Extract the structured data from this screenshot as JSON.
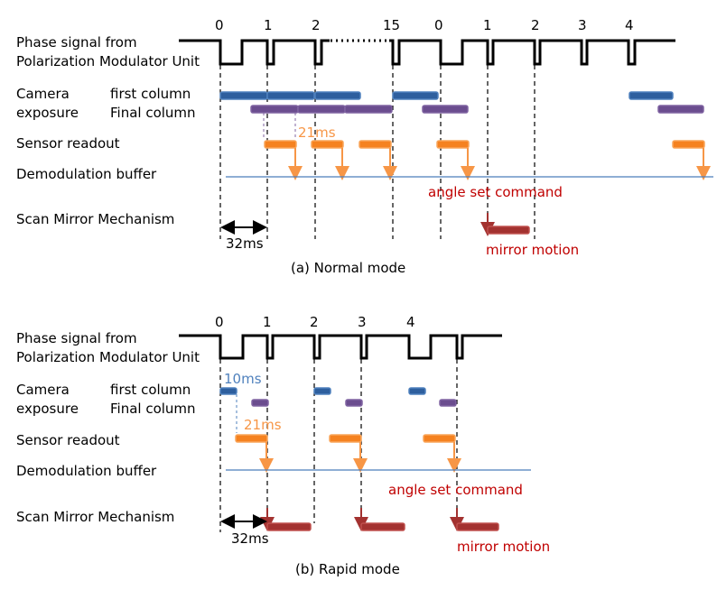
{
  "colors": {
    "blue": "#2e5f9e",
    "blue_edge": "#4f81bd",
    "purple": "#6b4d8f",
    "purple_edge": "#8064a2",
    "orange": "#f58220",
    "orange_edge": "#f9a55a",
    "red": "#a33230",
    "red_edge": "#c0504d",
    "buffer_line": "#4a7ebb",
    "ann_red": "#c00000"
  },
  "labels": {
    "phase_1": "Phase signal from",
    "phase_2": "Polarization Modulator Unit",
    "camera": "Camera",
    "exposure": "exposure",
    "first_col": "first column",
    "final_col": "Final column",
    "sensor": "Sensor readout",
    "demod": "Demodulation buffer",
    "scan": "Scan Mirror Mechanism"
  },
  "normal": {
    "caption": "(a) Normal mode",
    "ticks": [
      "0",
      "1",
      "2",
      "15",
      "0",
      "1",
      "2",
      "3",
      "4"
    ],
    "ann_21ms": "21ms",
    "ann_32ms": "32ms",
    "ann_angle": "angle set command",
    "ann_mirror": "mirror motion"
  },
  "rapid": {
    "caption": "(b) Rapid mode",
    "ticks": [
      "0",
      "1",
      "2",
      "3",
      "4"
    ],
    "ann_10ms": "10ms",
    "ann_21ms": "21ms",
    "ann_32ms": "32ms",
    "ann_angle": "angle set command",
    "ann_mirror": "mirror motion"
  }
}
